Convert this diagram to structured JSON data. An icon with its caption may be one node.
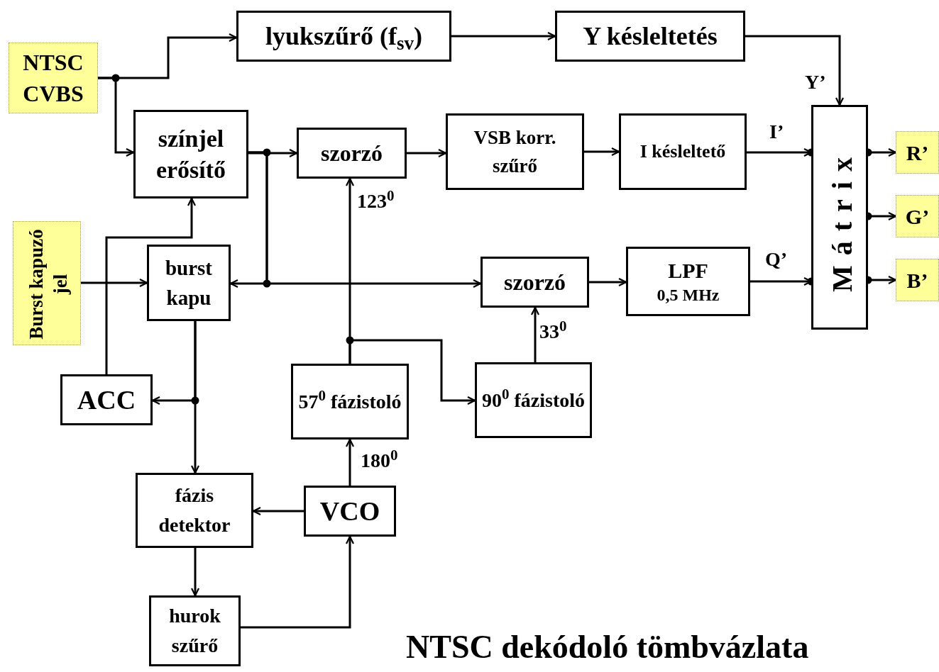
{
  "diagram": {
    "title": "NTSC dekódoló tömbvázlata",
    "nodes": [
      {
        "text": [
          "NTSC CVBS"
        ]
      },
      {
        "text": [
          "lyukszűrő (f$_{sv}$)"
        ]
      },
      {
        "text": [
          "Y késleltetés"
        ]
      },
      {
        "text": [
          "színjel erősítő"
        ]
      },
      {
        "text": [
          "szorzó"
        ]
      },
      {
        "text": [
          "VSB korr. szűrő"
        ]
      },
      {
        "text": [
          "I késleltető"
        ]
      },
      {
        "text": [
          "Mátrix"
        ]
      },
      {
        "text": [
          "R’"
        ]
      },
      {
        "text": [
          "G’"
        ]
      },
      {
        "text": [
          "B’"
        ]
      },
      {
        "text": [
          "Burst kapuzó jel"
        ]
      },
      {
        "text": [
          "burst kapu"
        ]
      },
      {
        "text": [
          "szorzó"
        ]
      },
      {
        "text": [
          "LPF",
          "0,5 MHz"
        ]
      },
      {
        "text": [
          "ACC"
        ]
      },
      {
        "text": [
          "57$^{0}$ fázistoló"
        ]
      },
      {
        "text": [
          "90$^{0}$ fázistoló"
        ]
      },
      {
        "text": [
          "VCO"
        ]
      },
      {
        "text": [
          "fázis detektor"
        ]
      },
      {
        "text": [
          "hurok szűrő"
        ]
      }
    ],
    "edges": [
      {
        "from": 0,
        "to": 1,
        "arrow": "to"
      },
      {
        "from": 0,
        "to": 3,
        "arrow": "to"
      },
      {
        "from": 1,
        "to": 2,
        "arrow": "to"
      },
      {
        "from": 2,
        "to": 7,
        "arrow": "to",
        "label": "Y’"
      },
      {
        "from": 3,
        "to": 4,
        "arrow": "to"
      },
      {
        "from": 3,
        "to": 12,
        "arrow": "to"
      },
      {
        "from": 3,
        "to": 13,
        "arrow": "to"
      },
      {
        "from": 4,
        "to": 5,
        "arrow": "to"
      },
      {
        "from": 5,
        "to": 6,
        "arrow": "to"
      },
      {
        "from": 6,
        "to": 7,
        "arrow": "to",
        "label": "I’"
      },
      {
        "from": 7,
        "to": 8,
        "arrow": "to"
      },
      {
        "from": 7,
        "to": 9,
        "arrow": "to"
      },
      {
        "from": 7,
        "to": 10,
        "arrow": "to"
      },
      {
        "from": 11,
        "to": 12,
        "arrow": "to"
      },
      {
        "from": 13,
        "to": 14,
        "arrow": "to"
      },
      {
        "from": 14,
        "to": 7,
        "arrow": "to",
        "label": "Q’"
      },
      {
        "from": 15,
        "to": 3,
        "arrow": "to"
      },
      {
        "from": 12,
        "to": 15,
        "arrow": "to"
      },
      {
        "from": 12,
        "to": 19,
        "arrow": "to"
      },
      {
        "from": 18,
        "to": 19,
        "arrow": "to"
      },
      {
        "from": 19,
        "to": 20,
        "arrow": "to"
      },
      {
        "from": 20,
        "to": 18,
        "arrow": "to"
      },
      {
        "from": 18,
        "to": 16,
        "arrow": "to",
        "label": "180$^{0}$"
      },
      {
        "from": 16,
        "to": 4,
        "arrow": "to",
        "label": "123$^{0}$"
      },
      {
        "from": 16,
        "to": 17,
        "arrow": "to"
      },
      {
        "from": 17,
        "to": 13,
        "arrow": "to",
        "label": "33$^{0}$"
      }
    ]
  }
}
